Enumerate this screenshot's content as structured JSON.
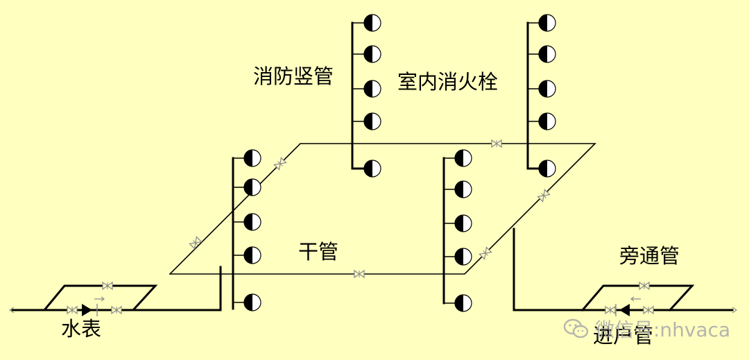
{
  "labels": {
    "riser": "消防竖管",
    "hydrant": "室内消火栓",
    "main_pipe": "干管",
    "bypass": "旁通管",
    "meter": "水表",
    "inlet": "进户管"
  },
  "watermark": "微信号:nhvaca",
  "colors": {
    "background": "#ffffc0",
    "line": "#000000",
    "valve": "#8c8c8c"
  }
}
